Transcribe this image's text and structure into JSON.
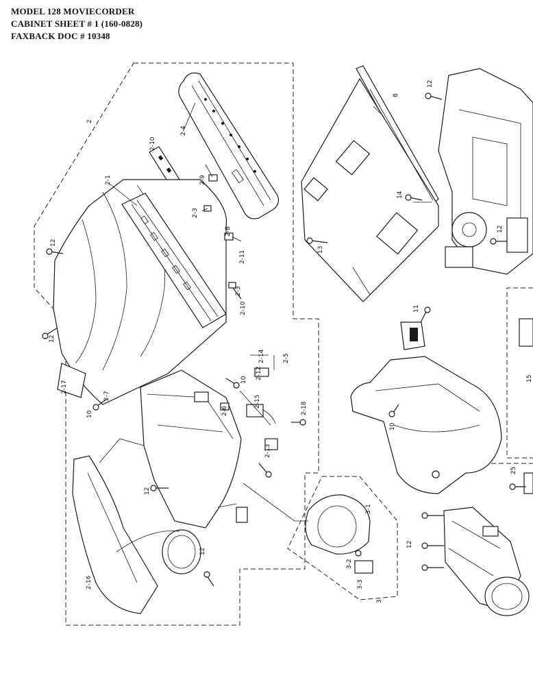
{
  "header": {
    "line1": "MODEL 128 MOVIECORDER",
    "line2": "CABINET SHEET # 1  (160-0828)",
    "line3": "FAXBACK DOC # 10348"
  },
  "callouts": {
    "c2": "2",
    "c2_1": "2-1",
    "c2_3a": "2-3",
    "c2_3b": "2-3",
    "c2_4": "2-4",
    "c2_5": "2-5",
    "c2_6": "2-6",
    "c2_7": "2-7",
    "c2_8": "2-8",
    "c2_9": "2-9",
    "c2_10a": "2-10",
    "c2_10b": "2-10",
    "c2_11": "2-11",
    "c2_12": "2-12",
    "c2_13": "2-13",
    "c2_14": "2-14",
    "c2_15": "2-15",
    "c2_16": "2-16",
    "c2_17": "2-17",
    "c2_18": "2-18",
    "c3": "3",
    "c3_1": "3-1",
    "c3_2": "3-2",
    "c3_3": "3-3",
    "c8": "8",
    "c10a": "10",
    "c10b": "10",
    "c11": "11",
    "c12a": "12",
    "c12b": "12",
    "c12c": "12",
    "c12d": "12",
    "c12e": "12",
    "c12f": "12",
    "c12g": "12",
    "c13": "13",
    "c14": "14",
    "c15": "15",
    "c25": "25"
  }
}
